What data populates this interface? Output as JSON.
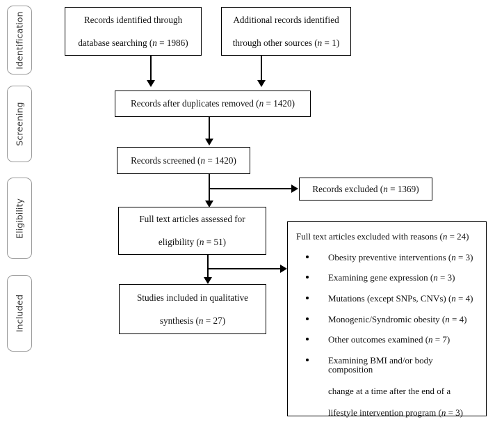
{
  "diagram": {
    "title": "PRISMA flow diagram",
    "stages": [
      {
        "id": "identification",
        "label": "Identification"
      },
      {
        "id": "screening",
        "label": "Screening"
      },
      {
        "id": "eligibility",
        "label": "Eligibility"
      },
      {
        "id": "included",
        "label": "Included"
      }
    ],
    "boxes": {
      "db_search": {
        "line1": "Records identified through",
        "line2": "database searching (n = 1986)",
        "count": 1986
      },
      "other_sources": {
        "line1": "Additional records identified",
        "line2": "through other sources (n = 1)",
        "count": 1
      },
      "duplicates_removed": {
        "line1": "Records after duplicates removed (n = 1420)",
        "count": 1420
      },
      "records_screened": {
        "line1": "Records screened (n = 1420)",
        "count": 1420
      },
      "records_excluded": {
        "line1": "Records excluded (n = 1369)",
        "count": 1369
      },
      "fulltext_assessed": {
        "line1": "Full text articles assessed for",
        "line2": "eligibility (n = 51)",
        "count": 51
      },
      "studies_included": {
        "line1": "Studies included in qualitative",
        "line2": "synthesis (n = 27)",
        "count": 27
      },
      "fulltext_excluded": {
        "heading": "Full text articles excluded with reasons (n = 24)",
        "count": 24,
        "reasons": [
          {
            "text": "Obesity preventive interventions (n = 3)",
            "count": 3
          },
          {
            "text": "Examining gene expression (n = 3)",
            "count": 3
          },
          {
            "text": "Mutations (except SNPs, CNVs) (n = 4)",
            "count": 4
          },
          {
            "text": "Monogenic/Syndromic obesity (n = 4)",
            "count": 4
          },
          {
            "text": "Other outcomes examined (n = 7)",
            "count": 7
          },
          {
            "text": "Examining BMI and/or body composition",
            "line2": "change at a time after the end of a",
            "line3": "lifestyle intervention program (n = 3)",
            "count": 3
          }
        ]
      }
    },
    "colors": {
      "box_border": "#000000",
      "stage_border": "#9a9a9a",
      "text": "#111111",
      "stage_text": "#3a3a3a",
      "background": "#ffffff"
    }
  }
}
